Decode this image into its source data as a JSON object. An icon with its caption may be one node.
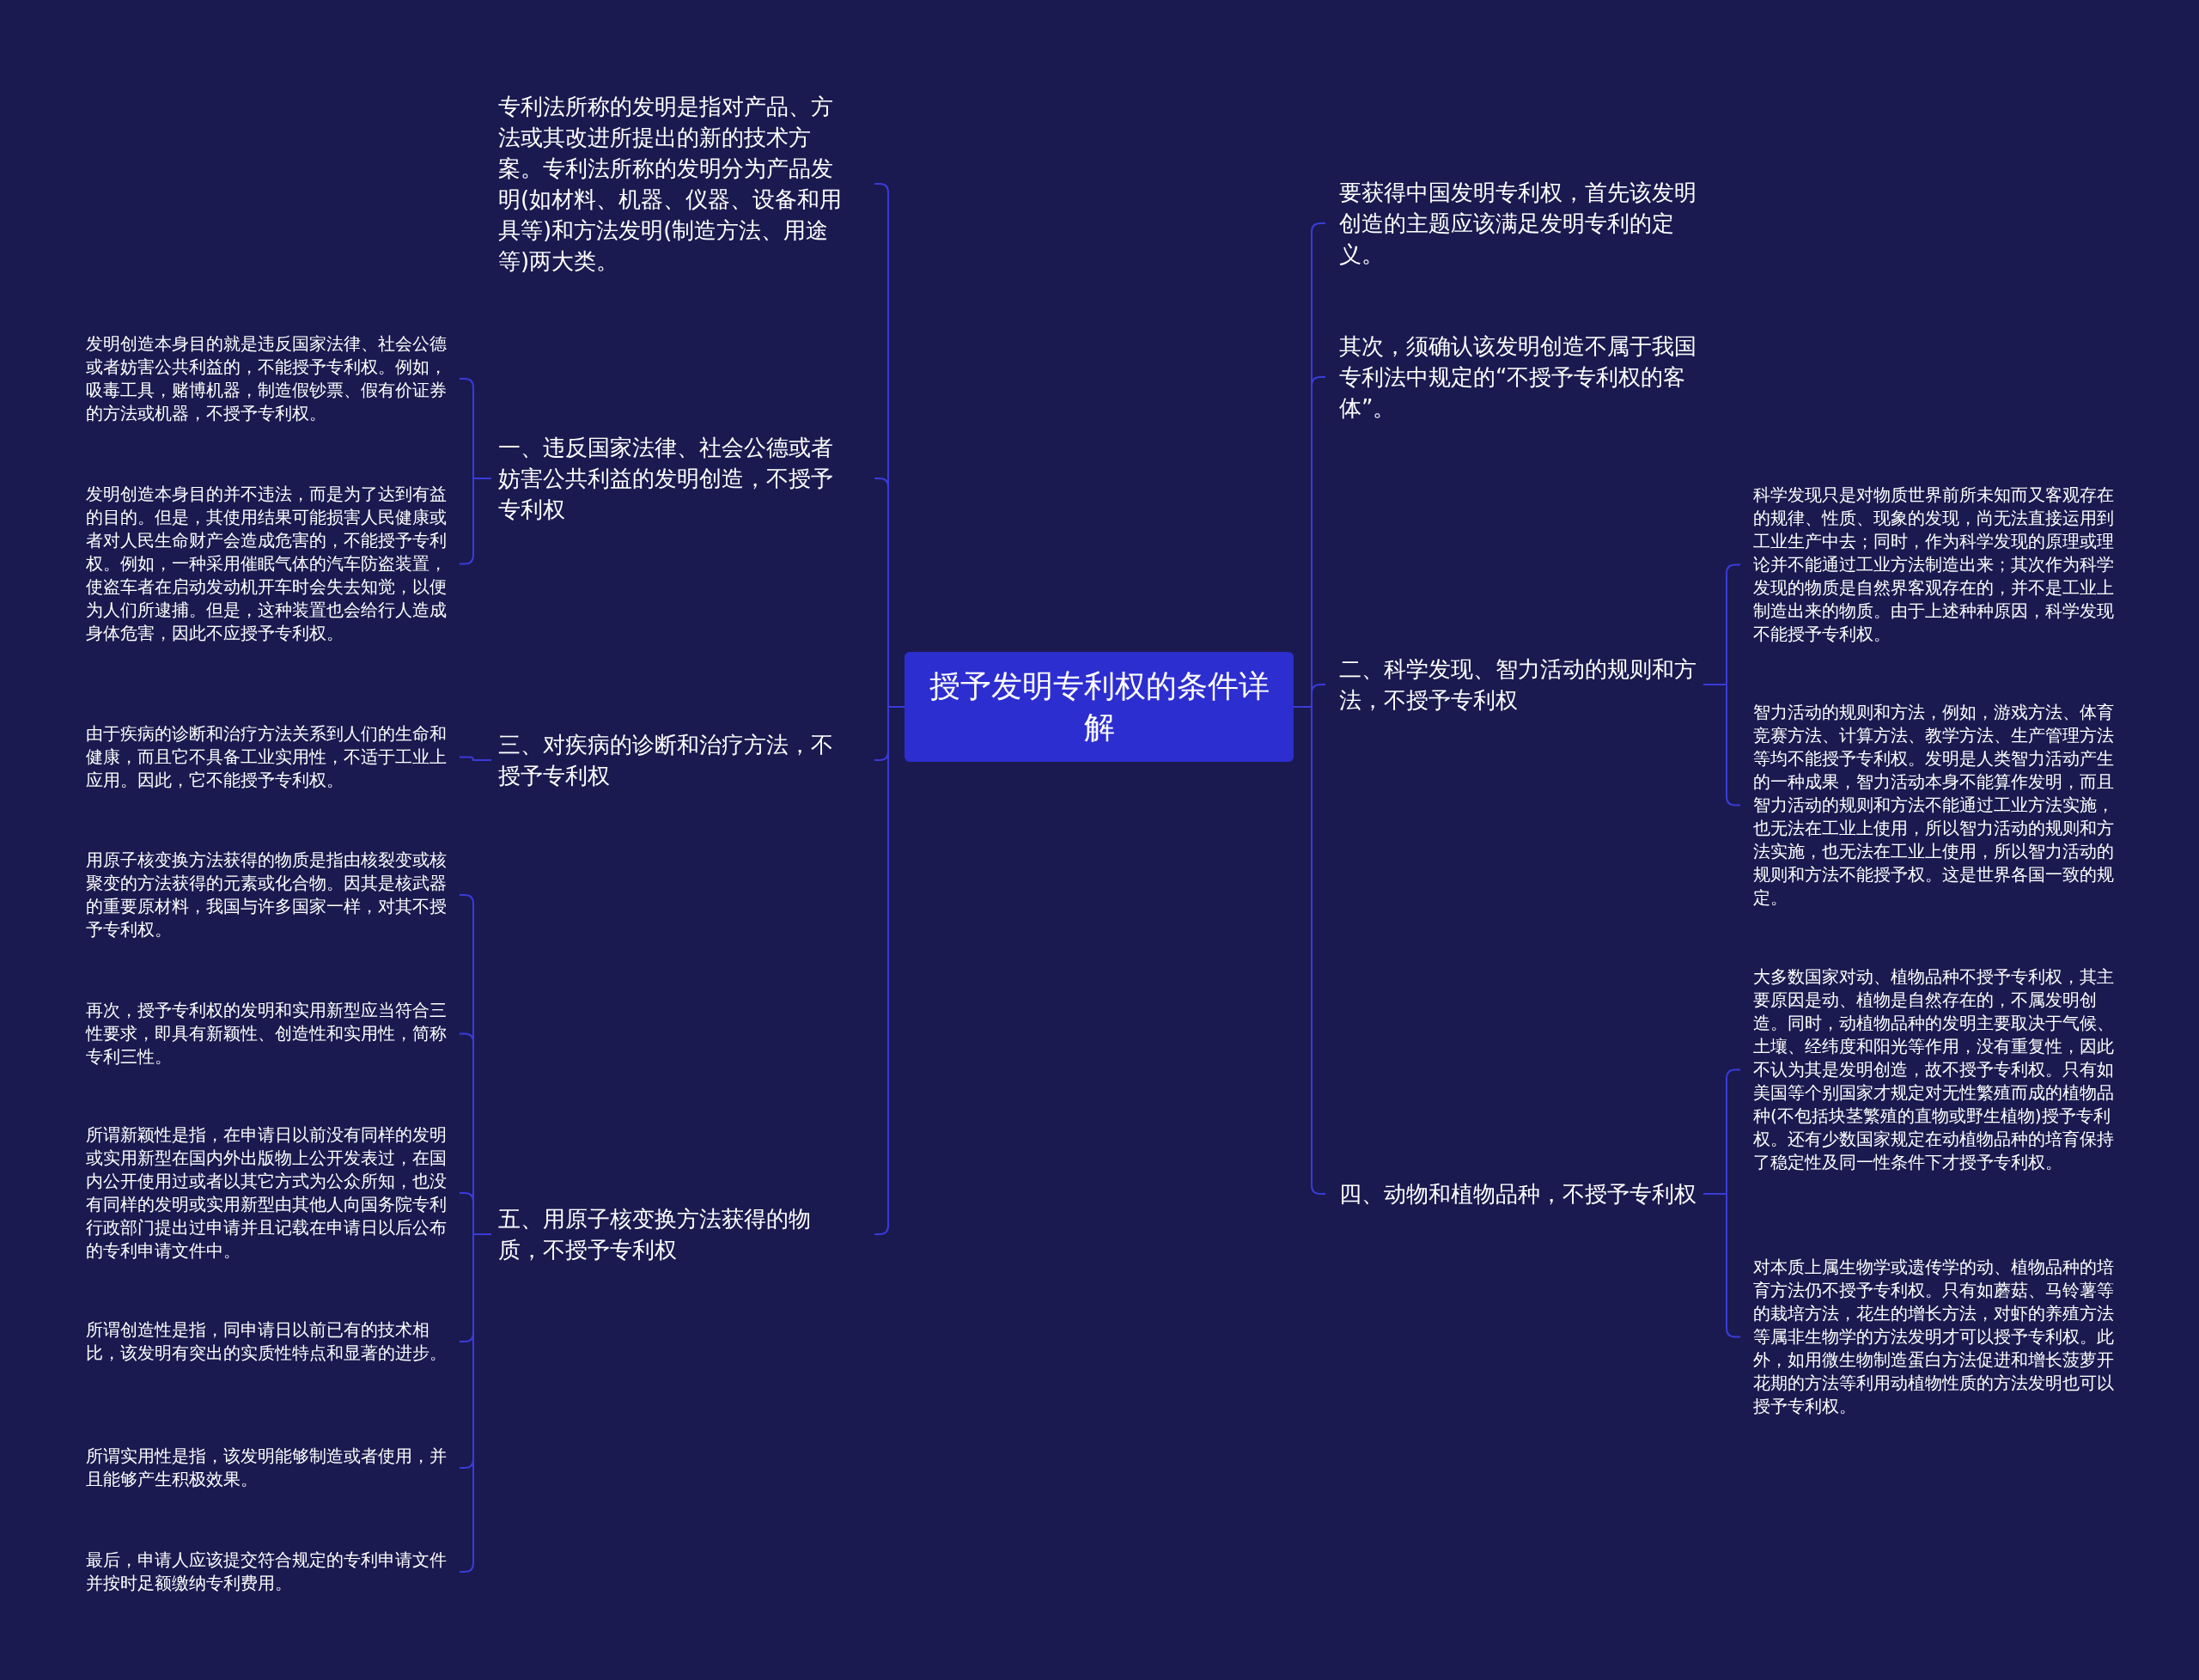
{
  "diagram": {
    "nodes": [
      {
        "text": [
          "授予发明专利权的条件详解"
        ]
      },
      {
        "text": [
          "专利法所称的发明是指对产品、方法或其改进所提出的新的技术方案。专利法所称的发明分为产品发明(如材料、机器、仪器、设备和用具等)和方法发明(制造方法、用途等)两大类。"
        ]
      },
      {
        "text": [
          "一、违反国家法律、社会公德或者妨害公共利益的发明创造，不授予专利权"
        ]
      },
      {
        "text": [
          "三、对疾病的诊断和治疗方法，不授予专利权"
        ]
      },
      {
        "text": [
          "五、用原子核变换方法获得的物质，不授予专利权"
        ]
      },
      {
        "text": [
          "发明创造本身目的就是违反国家法律、社会公德或者妨害公共利益的，不能授予专利权。例如，吸毒工具，赌博机器，制造假钞票、假有价证券的方法或机器，不授予专利权。"
        ]
      },
      {
        "text": [
          "发明创造本身目的并不违法，而是为了达到有益的目的。但是，其使用结果可能损害人民健康或者对人民生命财产会造成危害的，不能授予专利权。例如，一种采用催眠气体的汽车防盗装置，使盗车者在启动发动机开车时会失去知觉，以便为人们所逮捕。但是，这种装置也会给行人造成身体危害，因此不应授予专利权。"
        ]
      },
      {
        "text": [
          "由于疾病的诊断和治疗方法关系到人们的生命和健康，而且它不具备工业实用性，不适于工业上应用。因此，它不能授予专利权。"
        ]
      },
      {
        "text": [
          "用原子核变换方法获得的物质是指由核裂变或核聚变的方法获得的元素或化合物。因其是核武器的重要原材料，我国与许多国家一样，对其不授予专利权。"
        ]
      },
      {
        "text": [
          "再次，授予专利权的发明和实用新型应当符合三性要求，即具有新颖性、创造性和实用性，简称专利三性。"
        ]
      },
      {
        "text": [
          "所谓新颖性是指，在申请日以前没有同样的发明或实用新型在国内外出版物上公开发表过，在国内公开使用过或者以其它方式为公众所知，也没有同样的发明或实用新型由其他人向国务院专利行政部门提出过申请并且记载在申请日以后公布的专利申请文件中。"
        ]
      },
      {
        "text": [
          "所谓创造性是指，同申请日以前已有的技术相比，该发明有突出的实质性特点和显著的进步。"
        ]
      },
      {
        "text": [
          "所谓实用性是指，该发明能够制造或者使用，并且能够产生积极效果。"
        ]
      },
      {
        "text": [
          "最后，申请人应该提交符合规定的专利申请文件并按时足额缴纳专利费用。"
        ]
      },
      {
        "text": [
          "要获得中国发明专利权，首先该发明创造的主题应该满足发明专利的定义。"
        ]
      },
      {
        "text": [
          "其次，须确认该发明创造不属于我国专利法中规定的“不授予专利权的客体”。"
        ]
      },
      {
        "text": [
          "二、科学发现、智力活动的规则和方法，不授予专利权"
        ]
      },
      {
        "text": [
          "四、动物和植物品种，不授予专利权"
        ]
      },
      {
        "text": [
          "科学发现只是对物质世界前所未知而又客观存在的规律、性质、现象的发现，尚无法直接运用到工业生产中去；同时，作为科学发现的原理或理论并不能通过工业方法制造出来；其次作为科学发现的物质是自然界客观存在的，并不是工业上制造出来的物质。由于上述种种原因，科学发现不能授予专利权。"
        ]
      },
      {
        "text": [
          "智力活动的规则和方法，例如，游戏方法、体育竞赛方法、计算方法、教学方法、生产管理方法等均不能授予专利权。发明是人类智力活动产生的一种成果，智力活动本身不能算作发明，而且智力活动的规则和方法不能通过工业方法实施，也无法在工业上使用，所以智力活动的规则和方法实施，也无法在工业上使用，所以智力活动的规则和方法不能授予权。这是世界各国一致的规定。"
        ]
      },
      {
        "text": [
          "大多数国家对动、植物品种不授予专利权，其主要原因是动、植物是自然存在的，不属发明创造。同时，动植物品种的发明主要取决于气候、土壤、经纬度和阳光等作用，没有重复性，因此不认为其是发明创造，故不授予专利权。只有如美国等个别国家才规定对无性繁殖而成的植物品种(不包括块茎繁殖的直物或野生植物)授予专利权。还有少数国家规定在动植物品种的培育保持了稳定性及同一性条件下才授予专利权。"
        ]
      },
      {
        "text": [
          "对本质上属生物学或遗传学的动、植物品种的培育方法仍不授予专利权。只有如蘑菇、马铃薯等的栽培方法，花生的增长方法，对虾的养殖方法等属非生物学的方法发明才可以授予专利权。此外，如用微生物制造蛋白方法促进和增长菠萝开花期的方法等利用动植物性质的方法发明也可以授予专利权。"
        ]
      }
    ],
    "edges": [
      {
        "from": 0,
        "to": 1,
        "arrow": "none"
      },
      {
        "from": 0,
        "to": 2,
        "arrow": "none"
      },
      {
        "from": 0,
        "to": 3,
        "arrow": "none"
      },
      {
        "from": 0,
        "to": 4,
        "arrow": "none"
      },
      {
        "from": 2,
        "to": 5,
        "arrow": "none"
      },
      {
        "from": 2,
        "to": 6,
        "arrow": "none"
      },
      {
        "from": 3,
        "to": 7,
        "arrow": "none"
      },
      {
        "from": 4,
        "to": 8,
        "arrow": "none"
      },
      {
        "from": 4,
        "to": 9,
        "arrow": "none"
      },
      {
        "from": 4,
        "to": 10,
        "arrow": "none"
      },
      {
        "from": 4,
        "to": 11,
        "arrow": "none"
      },
      {
        "from": 4,
        "to": 12,
        "arrow": "none"
      },
      {
        "from": 4,
        "to": 13,
        "arrow": "none"
      },
      {
        "from": 0,
        "to": 14,
        "arrow": "none"
      },
      {
        "from": 0,
        "to": 15,
        "arrow": "none"
      },
      {
        "from": 0,
        "to": 16,
        "arrow": "none"
      },
      {
        "from": 0,
        "to": 17,
        "arrow": "none"
      },
      {
        "from": 16,
        "to": 18,
        "arrow": "none"
      },
      {
        "from": 16,
        "to": 19,
        "arrow": "none"
      },
      {
        "from": 17,
        "to": 20,
        "arrow": "none"
      },
      {
        "from": 17,
        "to": 21,
        "arrow": "none"
      }
    ]
  }
}
